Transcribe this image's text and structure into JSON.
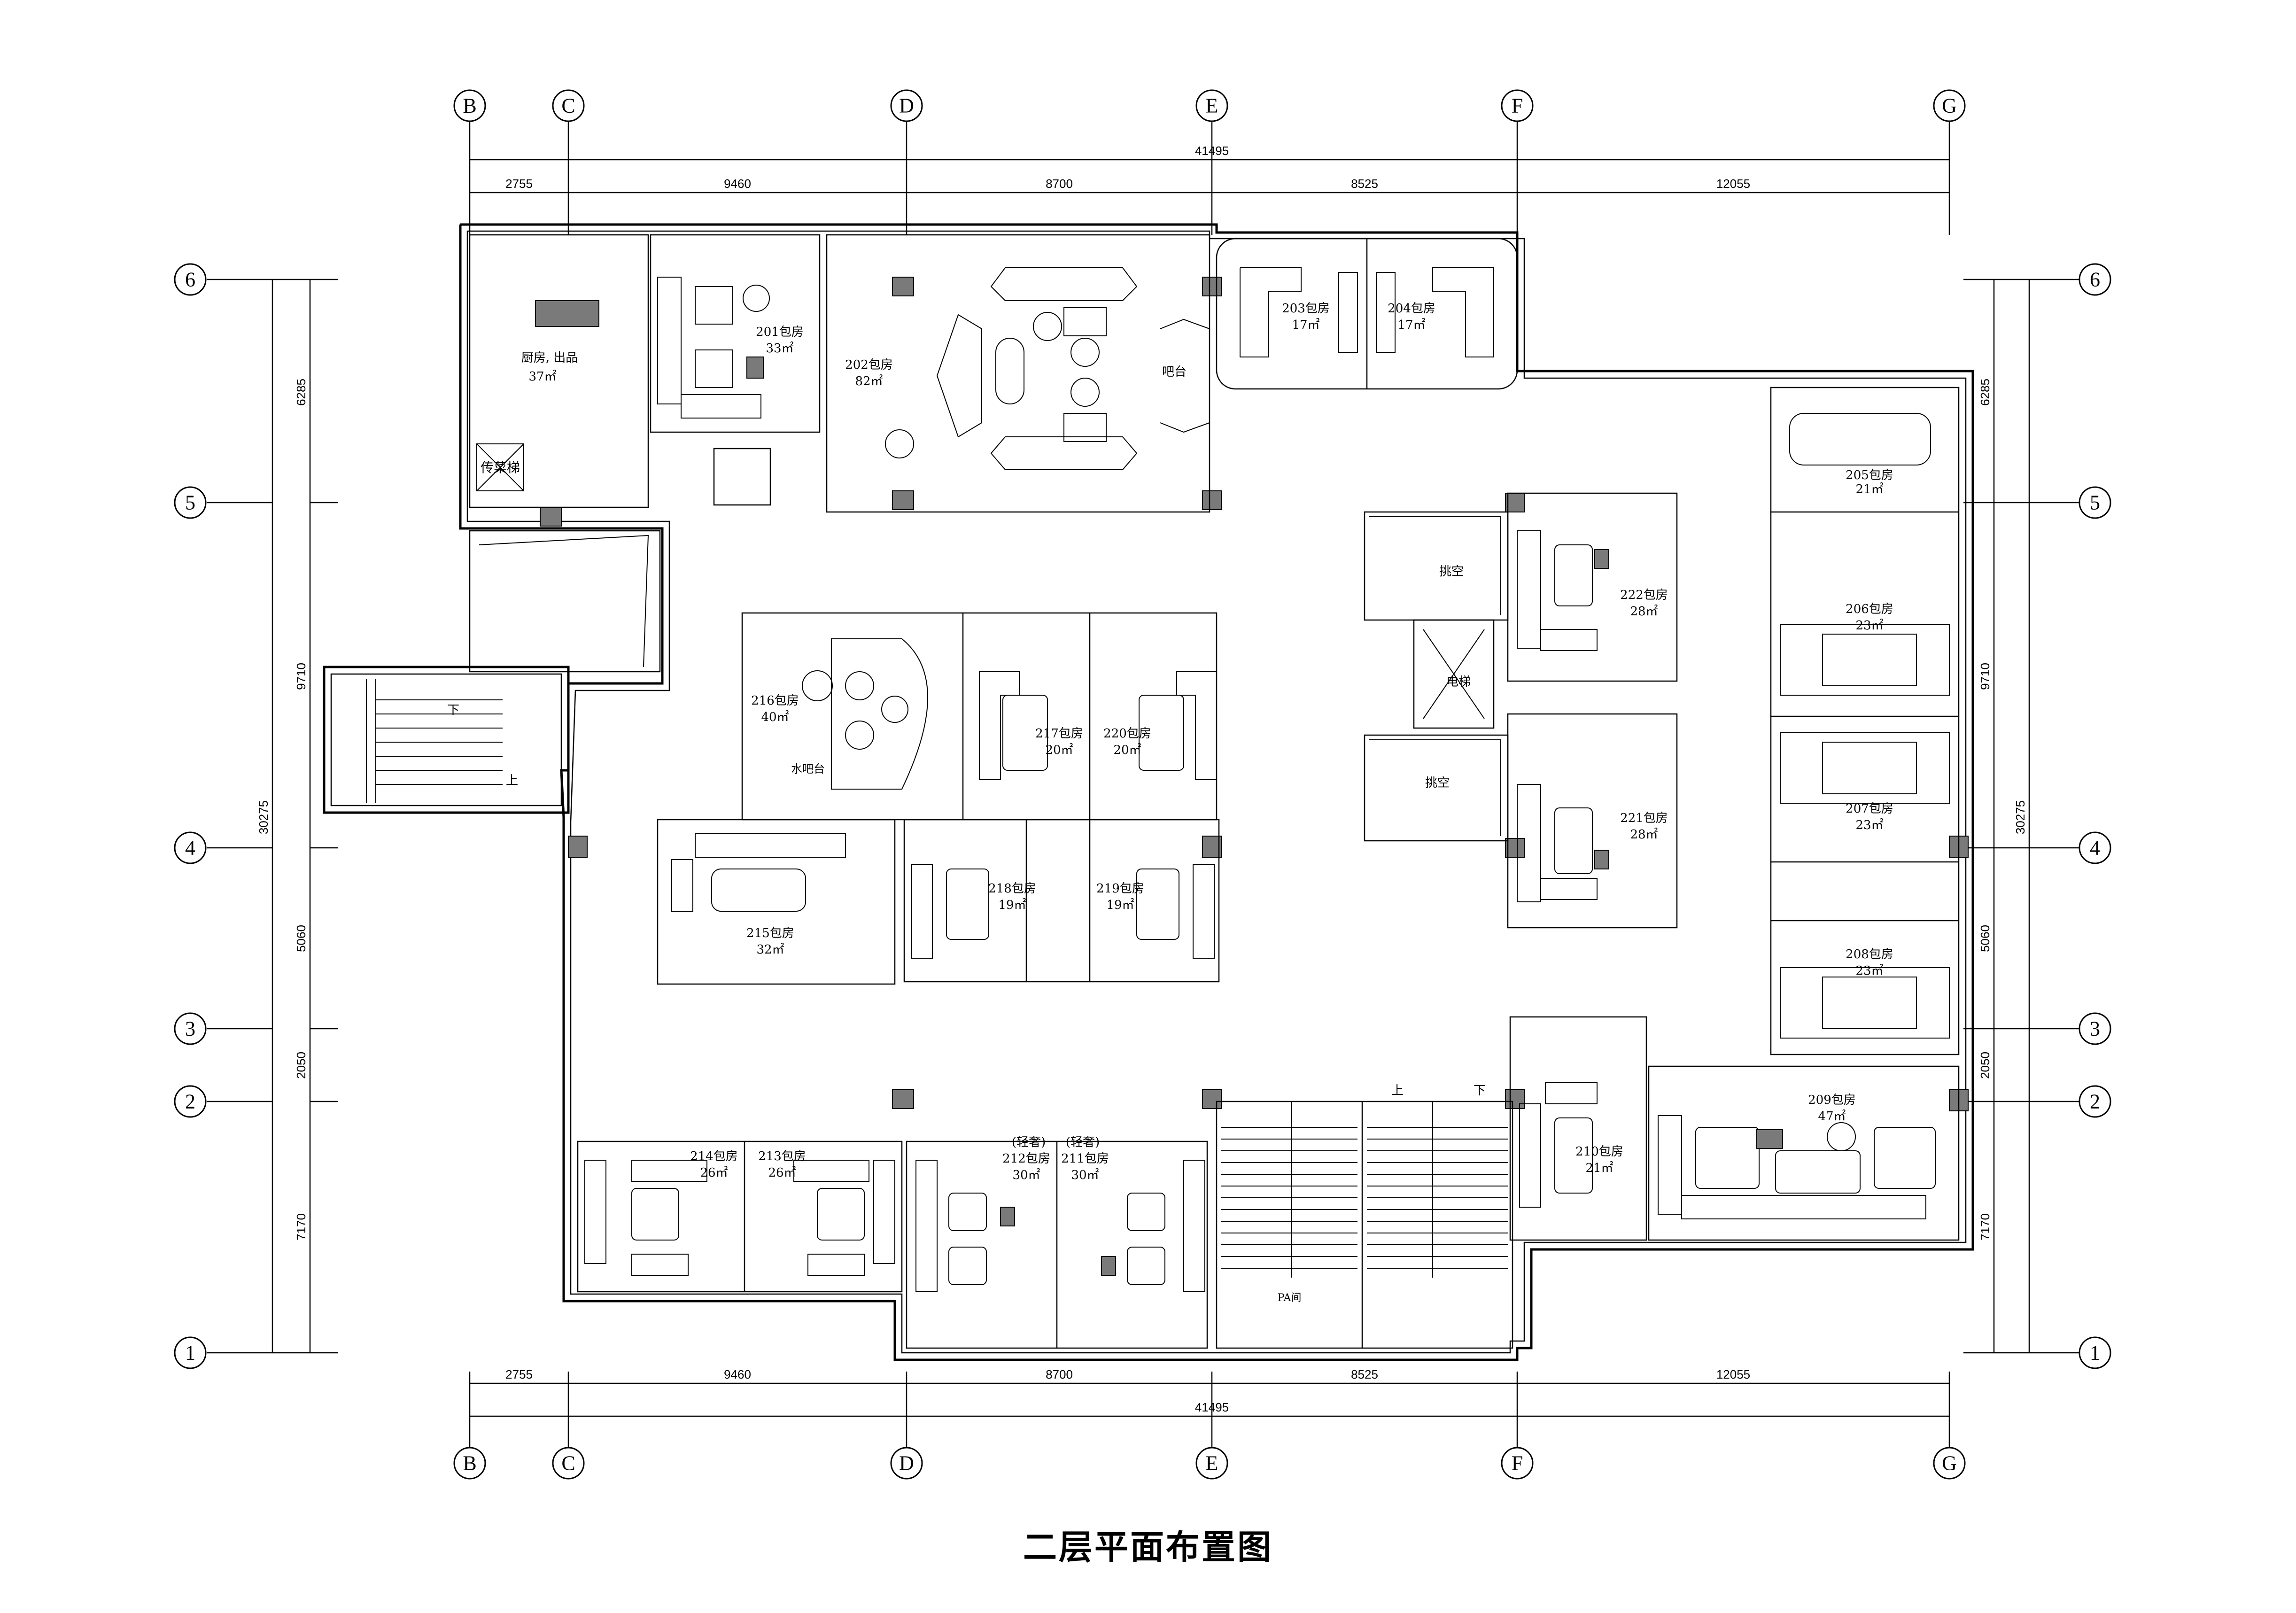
{
  "title": "二层平面布置图",
  "axes_x": [
    "B",
    "C",
    "D",
    "E",
    "F",
    "G"
  ],
  "axes_y": [
    "6",
    "5",
    "4",
    "3",
    "2",
    "1"
  ],
  "dims_x": [
    "2755",
    "9460",
    "8700",
    "8525",
    "12055"
  ],
  "dims_x_total": "41495",
  "dims_y": [
    "6285",
    "9710",
    "5060",
    "2050",
    "7170"
  ],
  "dims_y_total": "30275",
  "rooms": [
    {
      "name": "厨房, 出品",
      "area": "37㎡"
    },
    {
      "name": "传菜梯",
      "area": ""
    },
    {
      "name": "201包房",
      "area": "33㎡"
    },
    {
      "name": "202包房",
      "area": "82㎡"
    },
    {
      "name": "吧台",
      "area": ""
    },
    {
      "name": "203包房",
      "area": "17㎡"
    },
    {
      "name": "204包房",
      "area": "17㎡"
    },
    {
      "name": "205包房",
      "area": "21㎡"
    },
    {
      "name": "206包房",
      "area": "23㎡"
    },
    {
      "name": "207包房",
      "area": "23㎡"
    },
    {
      "name": "208包房",
      "area": "23㎡"
    },
    {
      "name": "209包房",
      "area": "47㎡"
    },
    {
      "name": "210包房",
      "area": "21㎡"
    },
    {
      "name": "211包房",
      "area": "30㎡"
    },
    {
      "name": "212包房",
      "area": "30㎡"
    },
    {
      "name": "213包房",
      "area": "26㎡"
    },
    {
      "name": "214包房",
      "area": "26㎡"
    },
    {
      "name": "215包房",
      "area": "32㎡"
    },
    {
      "name": "216包房",
      "area": "40㎡"
    },
    {
      "name": "217包房",
      "area": "20㎡"
    },
    {
      "name": "218包房",
      "area": "19㎡"
    },
    {
      "name": "219包房",
      "area": "19㎡"
    },
    {
      "name": "220包房",
      "area": "20㎡"
    },
    {
      "name": "221包房",
      "area": "28㎡"
    },
    {
      "name": "222包房",
      "area": "28㎡"
    },
    {
      "name": "挑空",
      "area": ""
    },
    {
      "name": "挑空",
      "area": ""
    },
    {
      "name": "电梯",
      "area": ""
    },
    {
      "name": "PA间",
      "area": ""
    },
    {
      "name": "水吧台",
      "area": ""
    }
  ],
  "tags": [
    "(轻奢)",
    "(轻奢)"
  ],
  "stair_labels": [
    "下",
    "上",
    "上",
    "下"
  ]
}
